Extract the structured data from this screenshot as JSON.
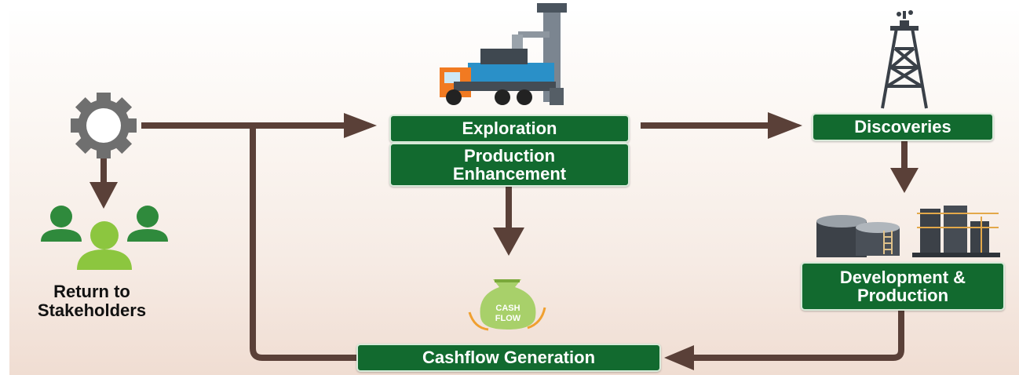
{
  "nodes": {
    "exploration": "Exploration",
    "production_enhancement": [
      "Production",
      "Enhancement"
    ],
    "discoveries": "Discoveries",
    "development_production": [
      "Development &",
      "Production"
    ],
    "cashflow_generation": "Cashflow Generation",
    "return_to_stakeholders": [
      "Return to",
      "Stakeholders"
    ]
  },
  "bag_label": [
    "CASH",
    "FLOW"
  ],
  "colors": {
    "box_green": "#126a2f",
    "arrow_brown": "#5a4038",
    "people_green": "#2f8a3c",
    "center_person": "#8cc63f",
    "gear_gray": "#6f6f6f"
  },
  "icons": [
    "gear-icon",
    "people-icon",
    "drilling-truck-icon",
    "oil-derrick-icon",
    "storage-tanks-icon",
    "refinery-icon",
    "money-bag-icon"
  ]
}
